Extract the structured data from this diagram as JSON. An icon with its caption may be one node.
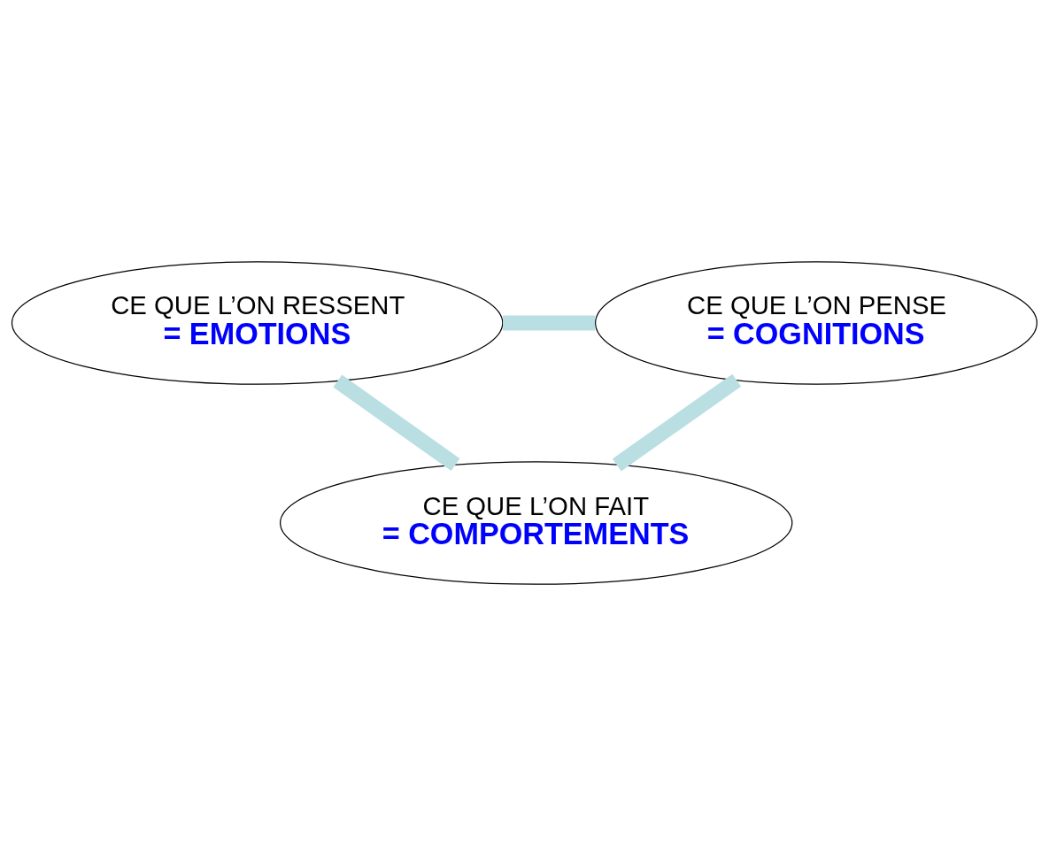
{
  "diagram": {
    "nodes": [
      {
        "text": [
          "CE QUE L’ON RESSENT",
          "= EMOTIONS"
        ]
      },
      {
        "text": [
          "CE QUE L’ON PENSE",
          "= COGNITIONS"
        ]
      },
      {
        "text": [
          "CE QUE L’ON FAIT",
          "= COMPORTEMENTS"
        ]
      }
    ],
    "edges": [
      {
        "from": 0,
        "to": 1,
        "arrow": "none"
      },
      {
        "from": 0,
        "to": 2,
        "arrow": "none"
      },
      {
        "from": 1,
        "to": 2,
        "arrow": "none"
      }
    ]
  }
}
